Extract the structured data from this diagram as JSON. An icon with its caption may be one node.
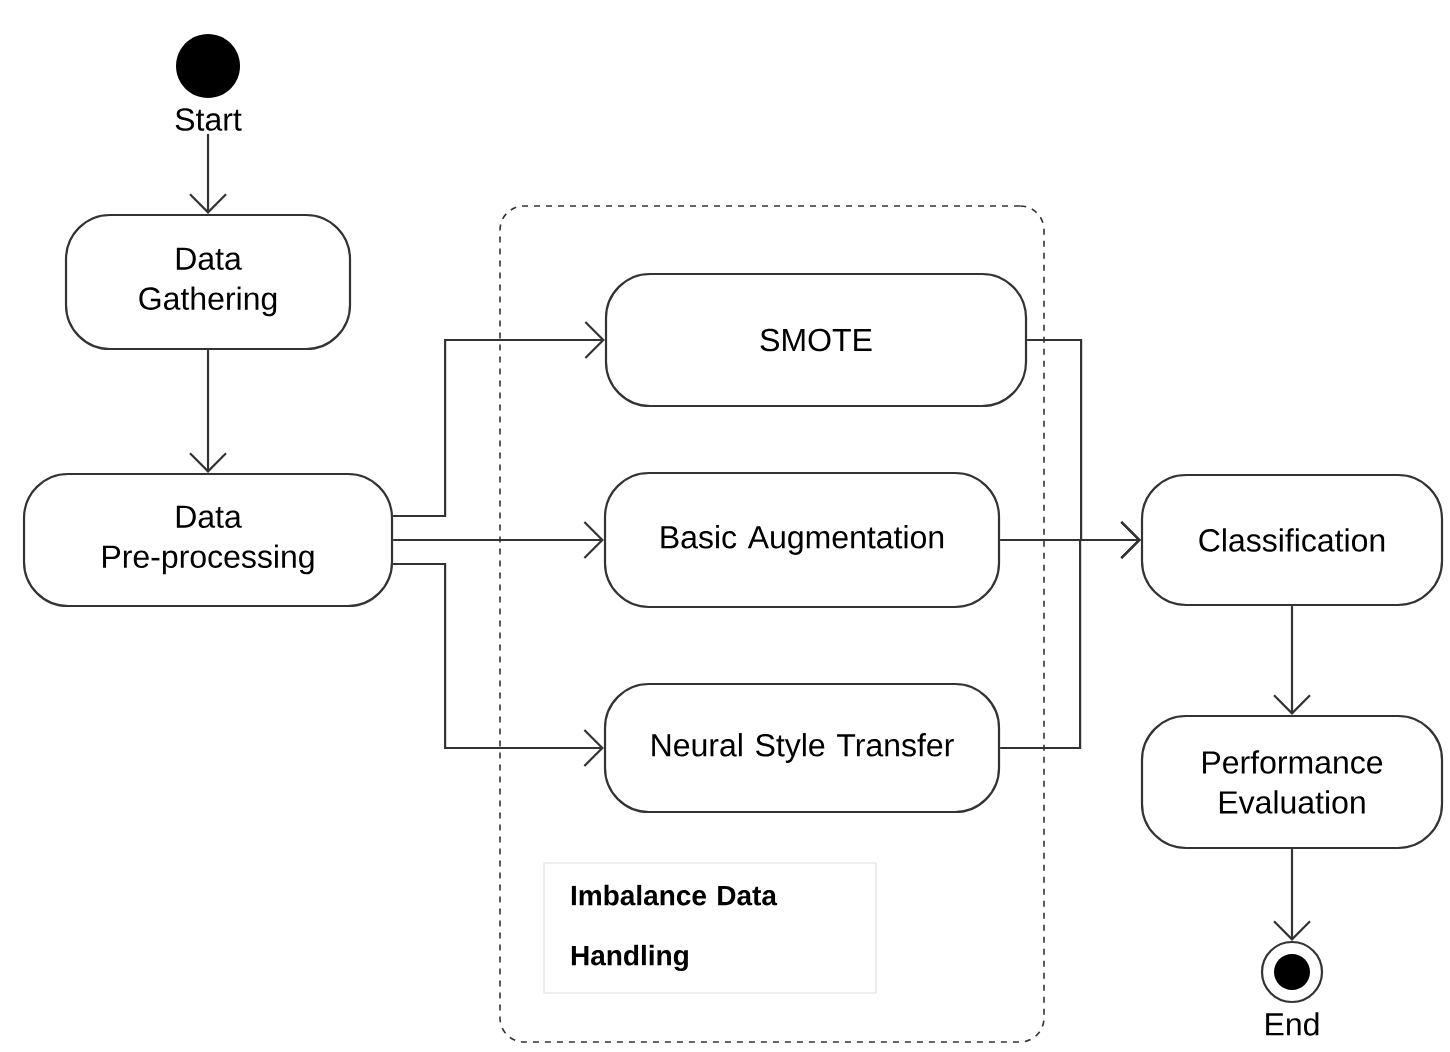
{
  "diagram": {
    "nodes": [
      {
        "text": [],
        "shape": "circle",
        "beside": [
          "Start"
        ]
      },
      {
        "text": [
          "Data Gathering"
        ]
      },
      {
        "text": [
          "Data Pre-processing"
        ]
      },
      {
        "text": [
          "Imbalance Data Handling"
        ]
      },
      {
        "text": [
          "SMOTE"
        ],
        "in": 3
      },
      {
        "text": [
          "Basic Augmentation"
        ],
        "in": 3
      },
      {
        "text": [
          "Neural Style Transfer"
        ],
        "in": 3
      },
      {
        "text": [
          "Classification"
        ]
      },
      {
        "text": [
          "Performance Evaluation"
        ]
      },
      {
        "text": [],
        "shape": "circle",
        "beside": [
          "End"
        ]
      }
    ],
    "edges": [
      {
        "from": 0,
        "to": 1,
        "arrow": "to"
      },
      {
        "from": 1,
        "to": 2,
        "arrow": "to"
      },
      {
        "from": 2,
        "to": 4,
        "arrow": "to"
      },
      {
        "from": 2,
        "to": 5,
        "arrow": "to"
      },
      {
        "from": 2,
        "to": 6,
        "arrow": "to"
      },
      {
        "from": 4,
        "to": 7,
        "arrow": "to"
      },
      {
        "from": 5,
        "to": 7,
        "arrow": "to"
      },
      {
        "from": 6,
        "to": 7,
        "arrow": "to"
      },
      {
        "from": 7,
        "to": 8,
        "arrow": "to"
      },
      {
        "from": 8,
        "to": 9,
        "arrow": "to"
      }
    ]
  }
}
